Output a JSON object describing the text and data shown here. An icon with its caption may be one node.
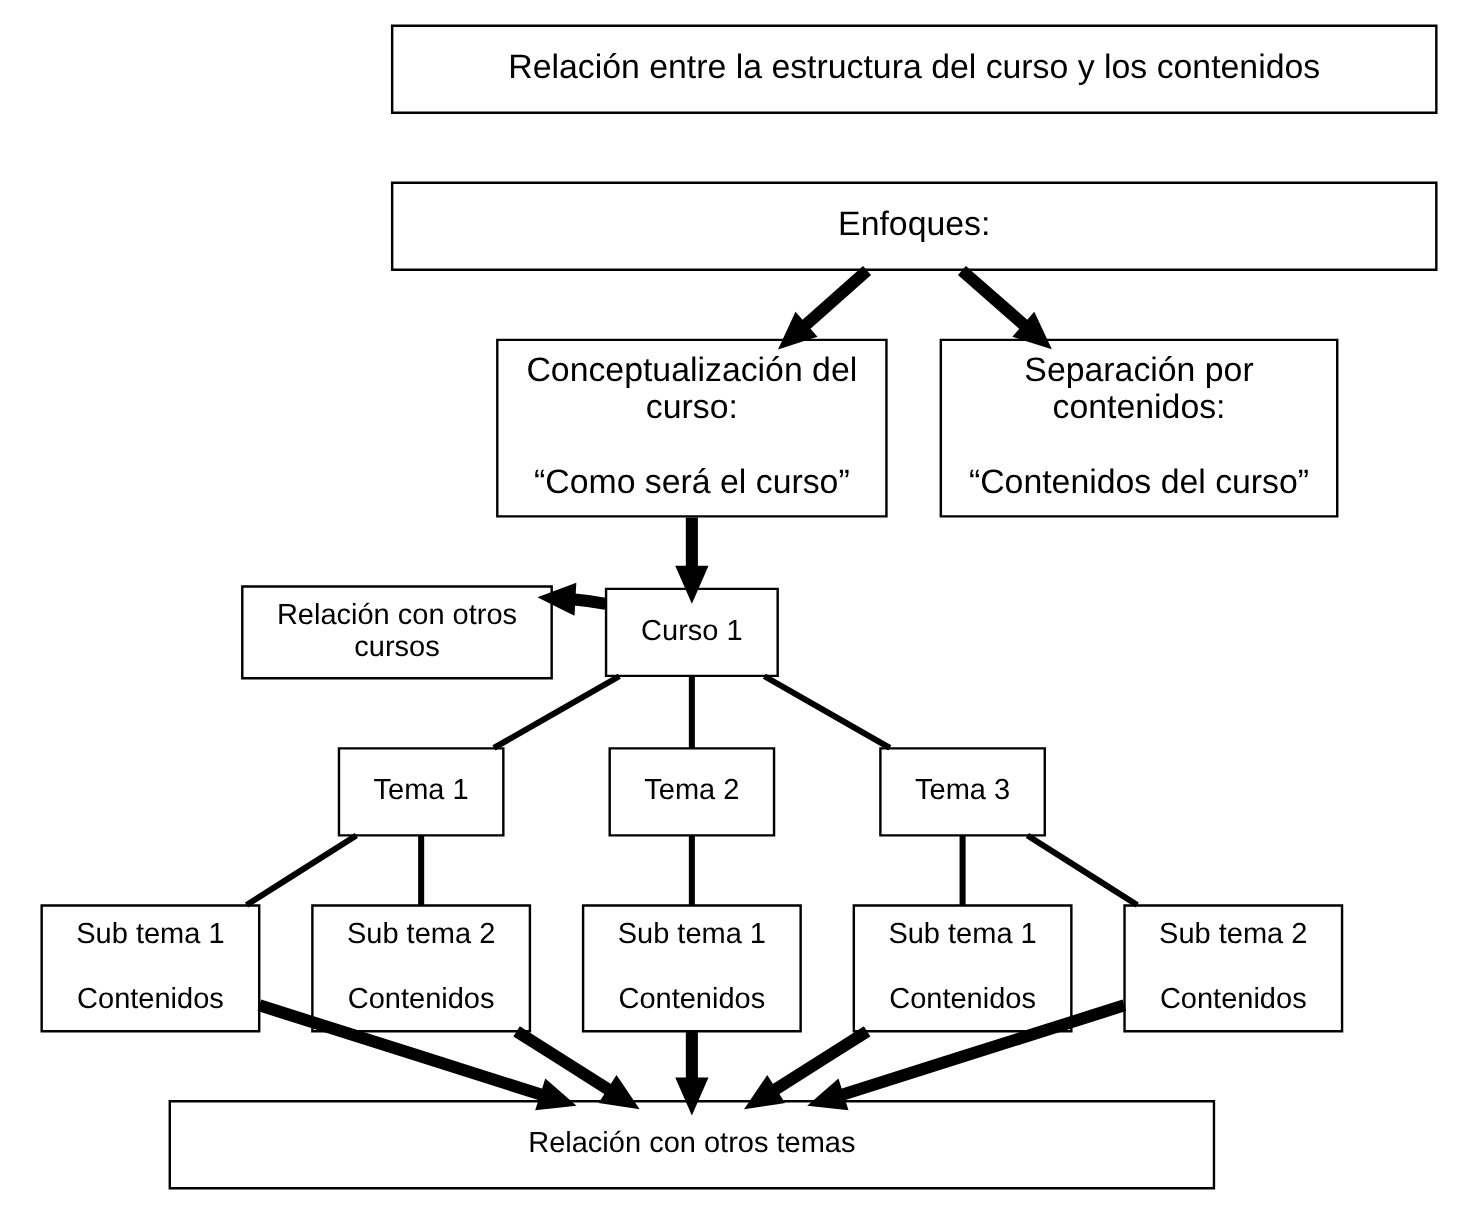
{
  "diagram": {
    "nodes": [
      {
        "text": [
          "Relación entre la estructura del curso y los contenidos"
        ]
      },
      {
        "text": [
          "Enfoques:"
        ]
      },
      {
        "text": [
          "Conceptualización del curso:",
          "“Como será el curso”"
        ]
      },
      {
        "text": [
          "Separación por contenidos:",
          "“Contenidos del curso”"
        ]
      },
      {
        "text": [
          "Relación con otros cursos"
        ]
      },
      {
        "text": [
          "Curso 1"
        ]
      },
      {
        "text": [
          "Tema 1"
        ]
      },
      {
        "text": [
          "Tema 2"
        ]
      },
      {
        "text": [
          "Tema 3"
        ]
      },
      {
        "text": [
          "Sub tema 1",
          "Contenidos"
        ]
      },
      {
        "text": [
          "Sub tema 2",
          "Contenidos"
        ]
      },
      {
        "text": [
          "Sub tema 1",
          "Contenidos"
        ]
      },
      {
        "text": [
          "Sub tema 1",
          "Contenidos"
        ]
      },
      {
        "text": [
          "Sub tema 2",
          "Contenidos"
        ]
      },
      {
        "text": [
          "Relación con otros temas"
        ]
      }
    ],
    "edges": [
      {
        "from": 1,
        "to": 2,
        "arrow": "to"
      },
      {
        "from": 1,
        "to": 3,
        "arrow": "to"
      },
      {
        "from": 2,
        "to": 5,
        "arrow": "to"
      },
      {
        "from": 5,
        "to": 4,
        "arrow": "to"
      },
      {
        "from": 5,
        "to": 6,
        "arrow": "none"
      },
      {
        "from": 5,
        "to": 7,
        "arrow": "none"
      },
      {
        "from": 5,
        "to": 8,
        "arrow": "none"
      },
      {
        "from": 6,
        "to": 9,
        "arrow": "none"
      },
      {
        "from": 6,
        "to": 10,
        "arrow": "none"
      },
      {
        "from": 7,
        "to": 11,
        "arrow": "none"
      },
      {
        "from": 8,
        "to": 12,
        "arrow": "none"
      },
      {
        "from": 8,
        "to": 13,
        "arrow": "none"
      },
      {
        "from": 9,
        "to": 14,
        "arrow": "to"
      },
      {
        "from": 10,
        "to": 14,
        "arrow": "to"
      },
      {
        "from": 11,
        "to": 14,
        "arrow": "to"
      },
      {
        "from": 12,
        "to": 14,
        "arrow": "to"
      },
      {
        "from": 13,
        "to": 14,
        "arrow": "to"
      }
    ]
  }
}
